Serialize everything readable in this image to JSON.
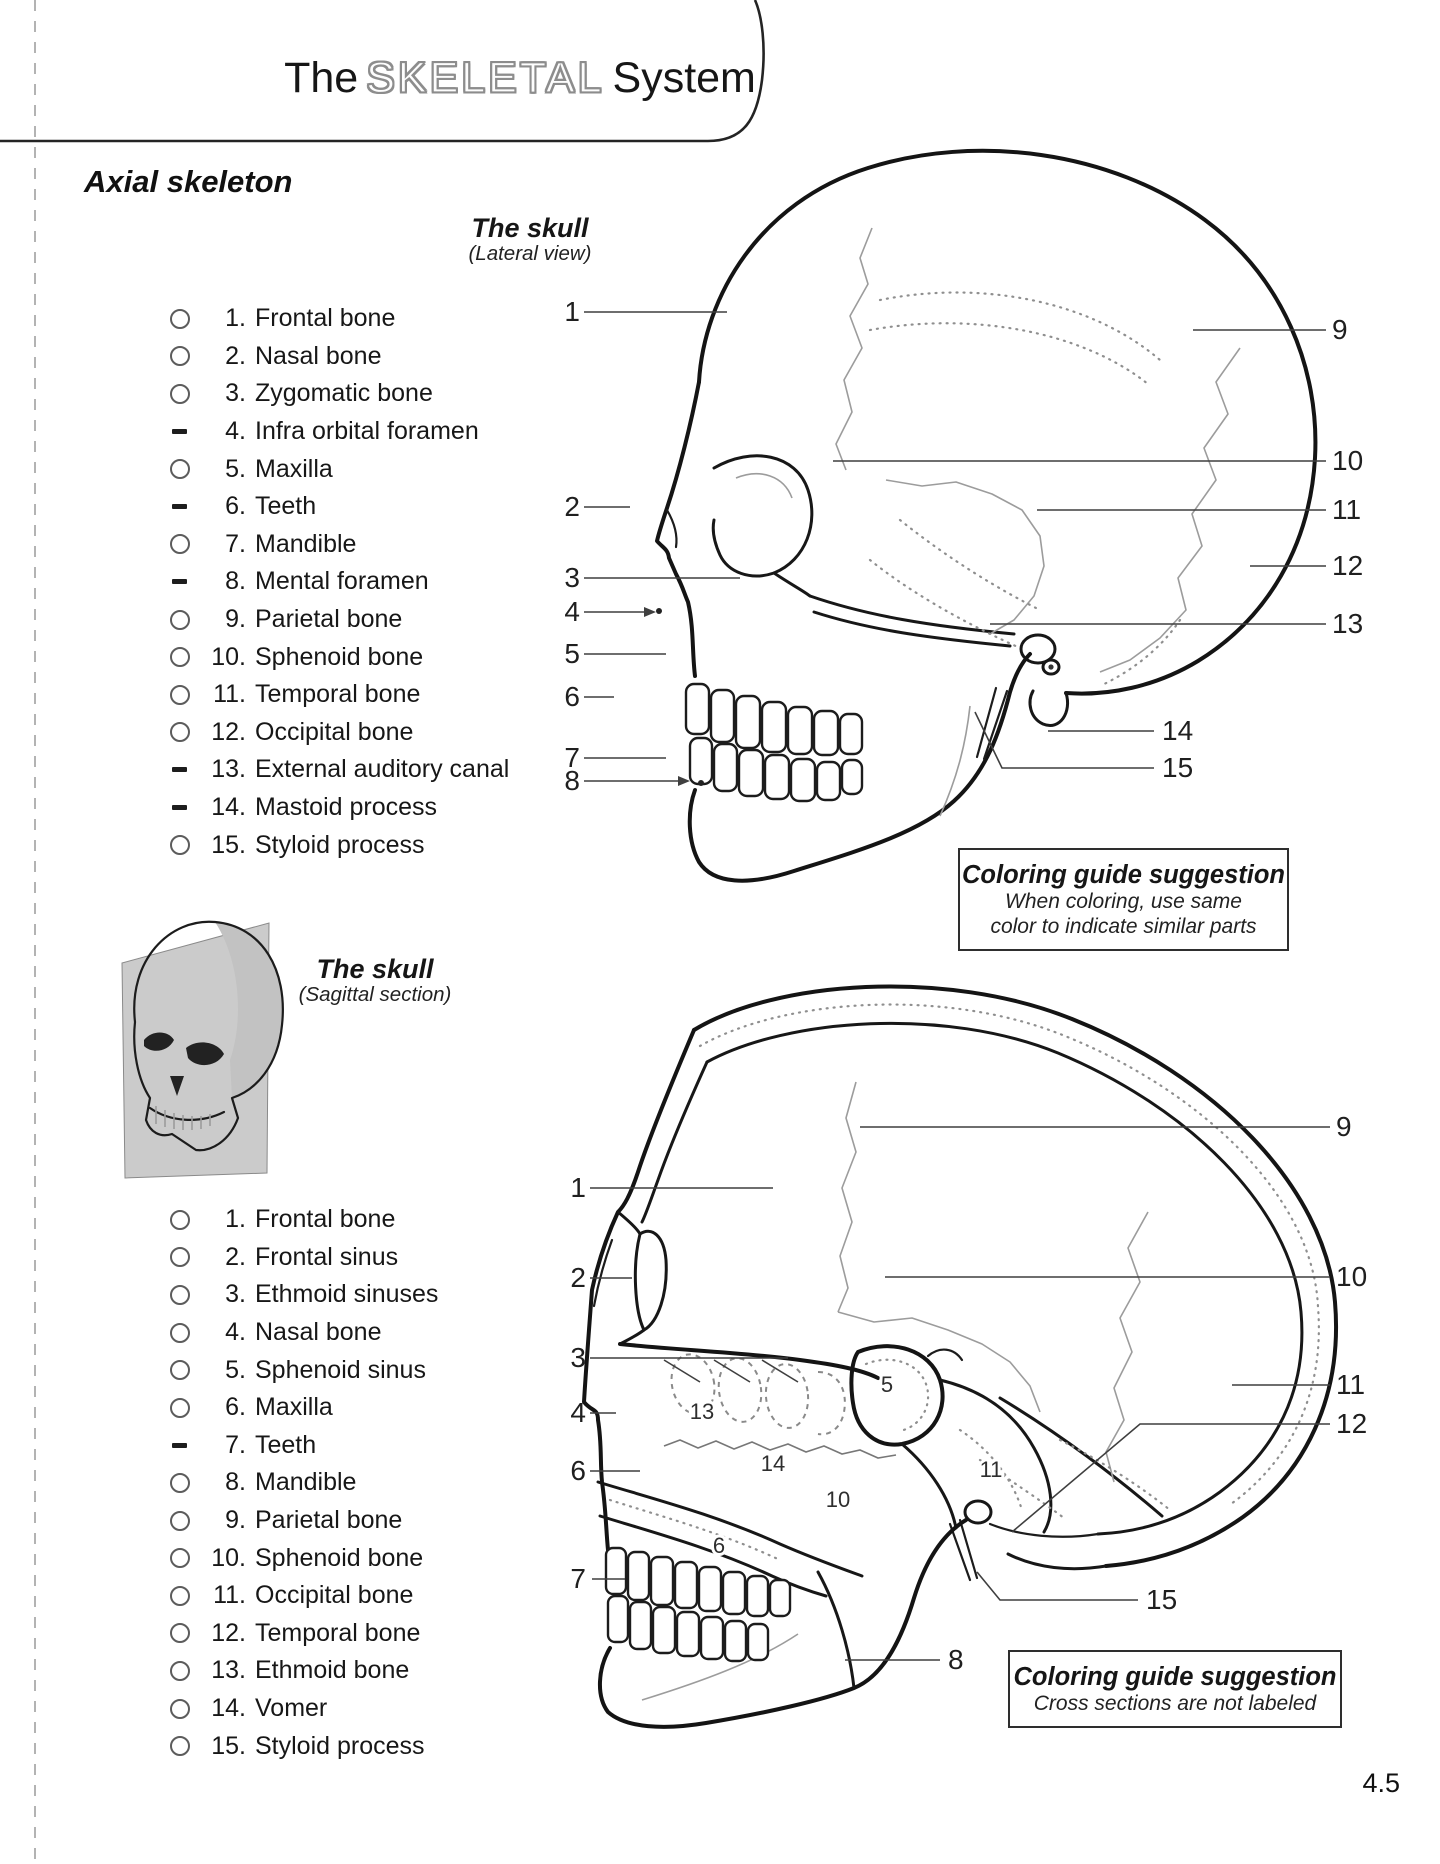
{
  "page": {
    "title_prefix": "The",
    "title_highlight": "SKELETAL",
    "title_suffix": "System",
    "section_heading": "Axial skeleton",
    "page_number": "4.5"
  },
  "lateral": {
    "figure_title": "The skull",
    "figure_subtitle": "(Lateral view)",
    "legend": [
      {
        "num": "1.",
        "label": "Frontal bone",
        "bullet": "circle"
      },
      {
        "num": "2.",
        "label": "Nasal bone",
        "bullet": "circle"
      },
      {
        "num": "3.",
        "label": "Zygomatic bone",
        "bullet": "circle"
      },
      {
        "num": "4.",
        "label": "Infra orbital foramen",
        "bullet": "dash"
      },
      {
        "num": "5.",
        "label": "Maxilla",
        "bullet": "circle"
      },
      {
        "num": "6.",
        "label": "Teeth",
        "bullet": "dash"
      },
      {
        "num": "7.",
        "label": "Mandible",
        "bullet": "circle"
      },
      {
        "num": "8.",
        "label": "Mental foramen",
        "bullet": "dash"
      },
      {
        "num": "9.",
        "label": "Parietal bone",
        "bullet": "circle"
      },
      {
        "num": "10.",
        "label": "Sphenoid bone",
        "bullet": "circle"
      },
      {
        "num": "11.",
        "label": "Temporal bone",
        "bullet": "circle"
      },
      {
        "num": "12.",
        "label": "Occipital bone",
        "bullet": "circle"
      },
      {
        "num": "13.",
        "label": "External auditory canal",
        "bullet": "dash"
      },
      {
        "num": "14.",
        "label": "Mastoid process",
        "bullet": "dash"
      },
      {
        "num": "15.",
        "label": "Styloid process",
        "bullet": "circle"
      }
    ],
    "callouts": [
      "1",
      "2",
      "3",
      "4",
      "5",
      "6",
      "7",
      "8",
      "9",
      "10",
      "11",
      "12",
      "13",
      "14",
      "15"
    ],
    "coloring_box": {
      "title": "Coloring guide suggestion",
      "line1": "When coloring, use same",
      "line2": "color to indicate similar parts"
    }
  },
  "sagittal": {
    "figure_title": "The skull",
    "figure_subtitle": "(Sagittal section)",
    "legend": [
      {
        "num": "1.",
        "label": "Frontal bone",
        "bullet": "circle"
      },
      {
        "num": "2.",
        "label": "Frontal sinus",
        "bullet": "circle"
      },
      {
        "num": "3.",
        "label": "Ethmoid sinuses",
        "bullet": "circle"
      },
      {
        "num": "4.",
        "label": "Nasal bone",
        "bullet": "circle"
      },
      {
        "num": "5.",
        "label": "Sphenoid sinus",
        "bullet": "circle"
      },
      {
        "num": "6.",
        "label": "Maxilla",
        "bullet": "circle"
      },
      {
        "num": "7.",
        "label": "Teeth",
        "bullet": "dash"
      },
      {
        "num": "8.",
        "label": "Mandible",
        "bullet": "circle"
      },
      {
        "num": "9.",
        "label": "Parietal bone",
        "bullet": "circle"
      },
      {
        "num": "10.",
        "label": "Sphenoid bone",
        "bullet": "circle"
      },
      {
        "num": "11.",
        "label": "Occipital bone",
        "bullet": "circle"
      },
      {
        "num": "12.",
        "label": "Temporal bone",
        "bullet": "circle"
      },
      {
        "num": "13.",
        "label": "Ethmoid bone",
        "bullet": "circle"
      },
      {
        "num": "14.",
        "label": "Vomer",
        "bullet": "circle"
      },
      {
        "num": "15.",
        "label": "Styloid process",
        "bullet": "circle"
      }
    ],
    "callouts": [
      "1",
      "2",
      "3",
      "4",
      "6",
      "7",
      "9",
      "10",
      "11",
      "12",
      "15",
      "8"
    ],
    "internal": [
      "5",
      "13",
      "14",
      "10",
      "11",
      "6"
    ],
    "coloring_box": {
      "title": "Coloring guide suggestion",
      "line1": "Cross sections are not labeled"
    }
  }
}
